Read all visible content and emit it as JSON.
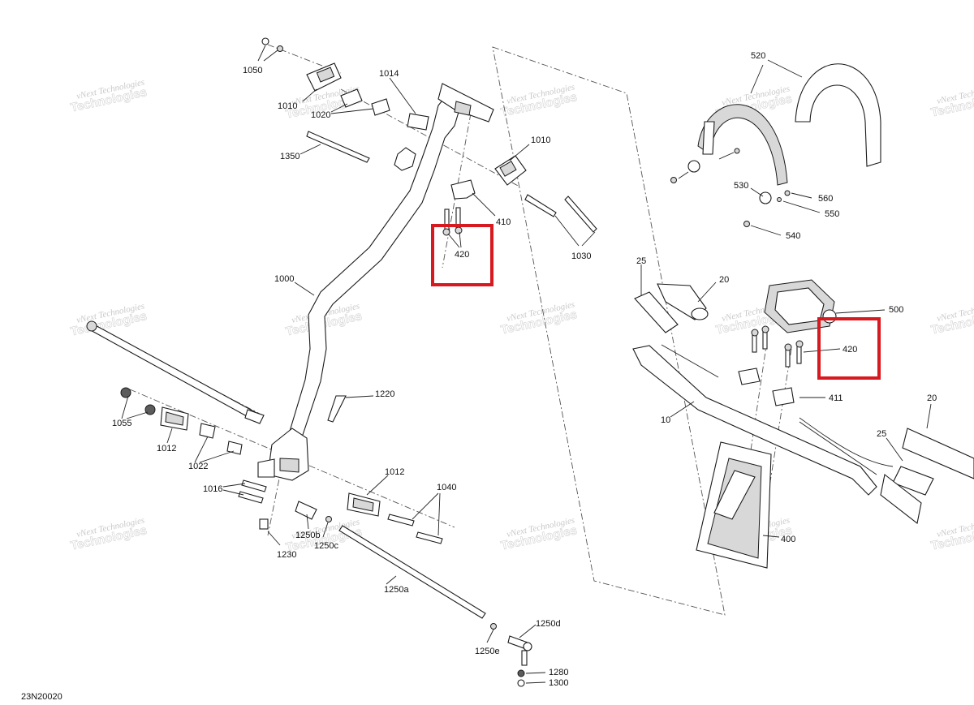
{
  "drawing_code": "23N20020",
  "watermark": {
    "line1": "vNext Technologies",
    "line2": "Technologies"
  },
  "colors": {
    "highlight": "#d71920",
    "line": "#1a1a1a",
    "watermark": "#c9c9c9"
  },
  "highlighted_part": "420",
  "labels": {
    "p1050": "1050",
    "p1014": "1014",
    "p1010a": "1010",
    "p1020": "1020",
    "p1350": "1350",
    "p1010b": "1010",
    "p410": "410",
    "p420a": "420",
    "p1030": "1030",
    "p1000": "1000",
    "p1055": "1055",
    "p1012a": "1012",
    "p1022": "1022",
    "p1220": "1220",
    "p1016": "1016",
    "p1012b": "1012",
    "p1040": "1040",
    "p1250b": "1250b",
    "p1250c": "1250c",
    "p1230": "1230",
    "p1250a": "1250a",
    "p1250d": "1250d",
    "p1250e": "1250e",
    "p1280": "1280",
    "p1300": "1300",
    "p520": "520",
    "p530": "530",
    "p560": "560",
    "p550": "550",
    "p540": "540",
    "p25a": "25",
    "p20a": "20",
    "p500": "500",
    "p420b": "420",
    "p411": "411",
    "p10": "10",
    "p20b": "20",
    "p25b": "25",
    "p400": "400"
  }
}
